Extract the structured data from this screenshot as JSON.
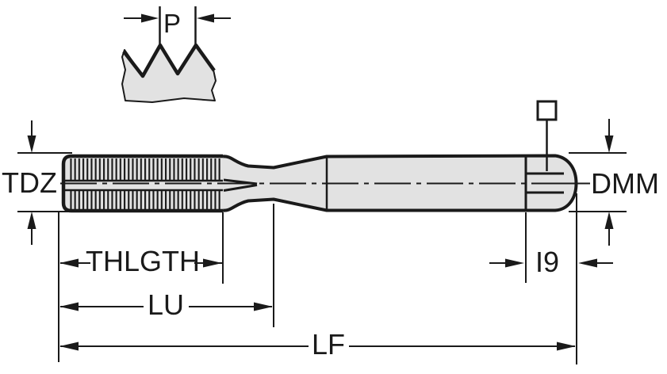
{
  "diagram": {
    "type": "technical-dimension-drawing",
    "subject": "machine-tap-side-view-with-thread-pitch-detail",
    "colors": {
      "line": "#1a1a1a",
      "fill": "#e2e2e2",
      "background": "#ffffff"
    },
    "labels": {
      "pitch": "P",
      "thread_diameter": "TDZ",
      "shank_diameter": "DMM",
      "thread_length": "THLGTH",
      "length_to_neck": "LU",
      "square_length": "I9",
      "overall_length": "LF"
    },
    "icons": [
      {
        "name": "square-drive-icon",
        "meaning": "square end of tap shank"
      }
    ]
  }
}
